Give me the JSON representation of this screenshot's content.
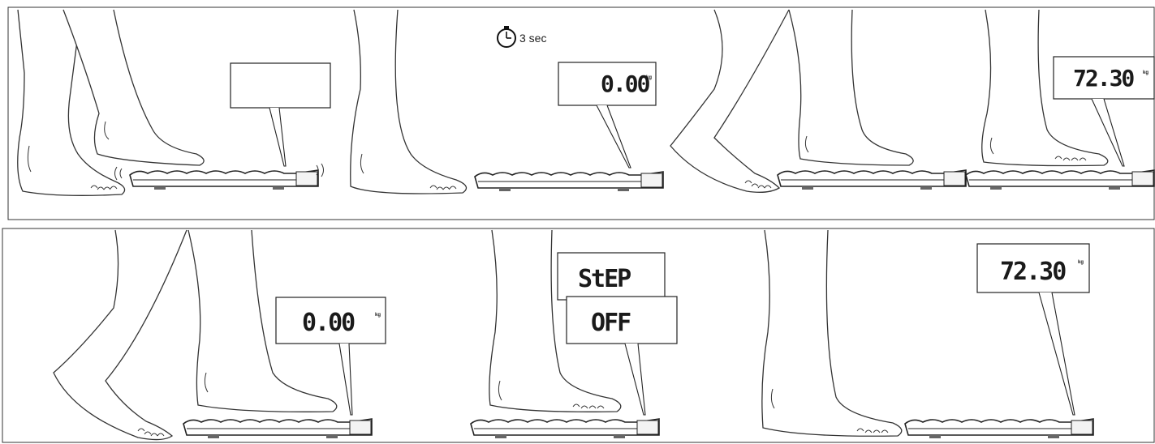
{
  "timer": {
    "label": "3 sec",
    "icon": "stopwatch-icon"
  },
  "displays": {
    "p2": {
      "value": "0.00",
      "unit": "kg"
    },
    "p4": {
      "value": "72.30",
      "unit": "kg"
    },
    "b1": {
      "value": "0.00",
      "unit": "kg"
    },
    "b2a": {
      "value": "StEP"
    },
    "b2b": {
      "value": "OFF"
    },
    "b3": {
      "value": "72.30",
      "unit": "kg"
    }
  }
}
